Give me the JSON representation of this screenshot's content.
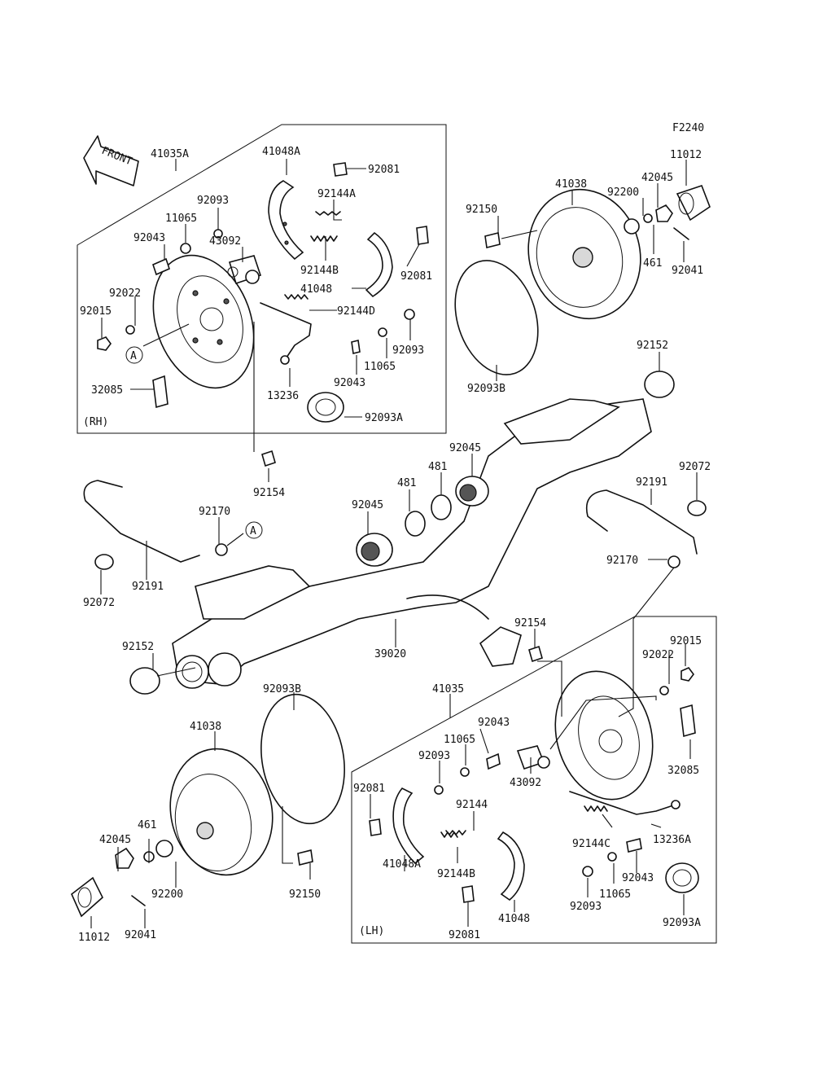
{
  "figure_code": "F2240",
  "front_arrow": "FRONT",
  "assemblies": {
    "rh": {
      "label": "(RH)",
      "number": "41035A"
    },
    "lh": {
      "label": "(LH)",
      "number": "41035"
    }
  },
  "callout": "A",
  "labels": [
    "41048A",
    "92081",
    "92144A",
    "92093",
    "11065",
    "43092",
    "92043",
    "92144B",
    "92081",
    "92022",
    "41048",
    "92144D",
    "92015",
    "92093",
    "11065",
    "92043",
    "32085",
    "13236",
    "92093A",
    "92154",
    "41038",
    "42045",
    "11012",
    "92200",
    "92150",
    "461",
    "92041",
    "92093B",
    "92152",
    "92045",
    "481",
    "481",
    "92045",
    "92191",
    "92072",
    "92170",
    "92170",
    "92191",
    "92072",
    "92152",
    "39020",
    "92154",
    "92015",
    "92022",
    "92093B",
    "41038",
    "92043",
    "11065",
    "92093",
    "32085",
    "92081",
    "92144",
    "43092",
    "461",
    "42045",
    "13236A",
    "92144C",
    "41048A",
    "92144B",
    "92043",
    "92200",
    "92150",
    "11065",
    "92093",
    "92041",
    "11012",
    "92081",
    "41048",
    "92093A"
  ]
}
